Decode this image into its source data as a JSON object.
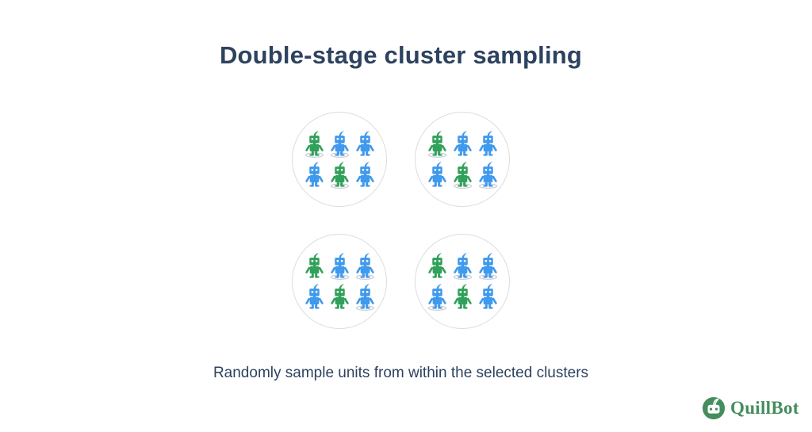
{
  "title": "Double-stage cluster sampling",
  "caption": "Randomly sample units from within the selected clusters",
  "colors": {
    "text": "#2d425f",
    "robot_green": "#31a05a",
    "robot_blue": "#3f99ec",
    "selection_ring": "#c9ced6",
    "circle_border": "#dcdcdc",
    "logo_green": "#458d5d"
  },
  "clusters": [
    {
      "name": "top-left",
      "robots": [
        {
          "color": "green",
          "sampled": true
        },
        {
          "color": "blue",
          "sampled": true
        },
        {
          "color": "blue",
          "sampled": false
        },
        {
          "color": "blue",
          "sampled": false
        },
        {
          "color": "green",
          "sampled": true
        },
        {
          "color": "blue",
          "sampled": false
        }
      ]
    },
    {
      "name": "top-right",
      "robots": [
        {
          "color": "green",
          "sampled": true
        },
        {
          "color": "blue",
          "sampled": false
        },
        {
          "color": "blue",
          "sampled": false
        },
        {
          "color": "blue",
          "sampled": false
        },
        {
          "color": "green",
          "sampled": true
        },
        {
          "color": "blue",
          "sampled": true
        }
      ]
    },
    {
      "name": "bottom-left",
      "robots": [
        {
          "color": "green",
          "sampled": false
        },
        {
          "color": "blue",
          "sampled": true
        },
        {
          "color": "blue",
          "sampled": true
        },
        {
          "color": "blue",
          "sampled": false
        },
        {
          "color": "green",
          "sampled": false
        },
        {
          "color": "blue",
          "sampled": true
        }
      ]
    },
    {
      "name": "bottom-right",
      "robots": [
        {
          "color": "green",
          "sampled": false
        },
        {
          "color": "blue",
          "sampled": true
        },
        {
          "color": "blue",
          "sampled": true
        },
        {
          "color": "blue",
          "sampled": true
        },
        {
          "color": "green",
          "sampled": false
        },
        {
          "color": "blue",
          "sampled": false
        }
      ]
    }
  ],
  "logo": {
    "text": "QuillBot"
  }
}
